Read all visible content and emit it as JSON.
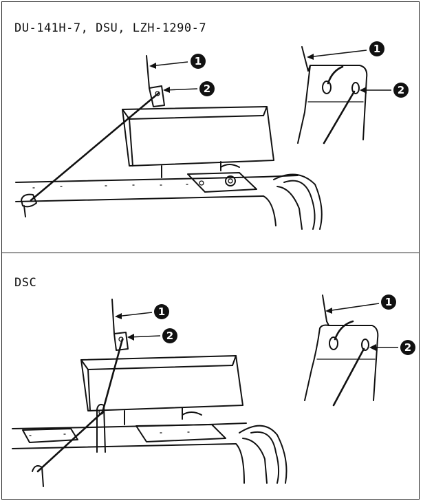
{
  "panels": [
    {
      "title": "DU-141H-7, DSU, LZH-1290-7"
    },
    {
      "title": "DSC"
    }
  ],
  "callouts": [
    "1",
    "2"
  ]
}
